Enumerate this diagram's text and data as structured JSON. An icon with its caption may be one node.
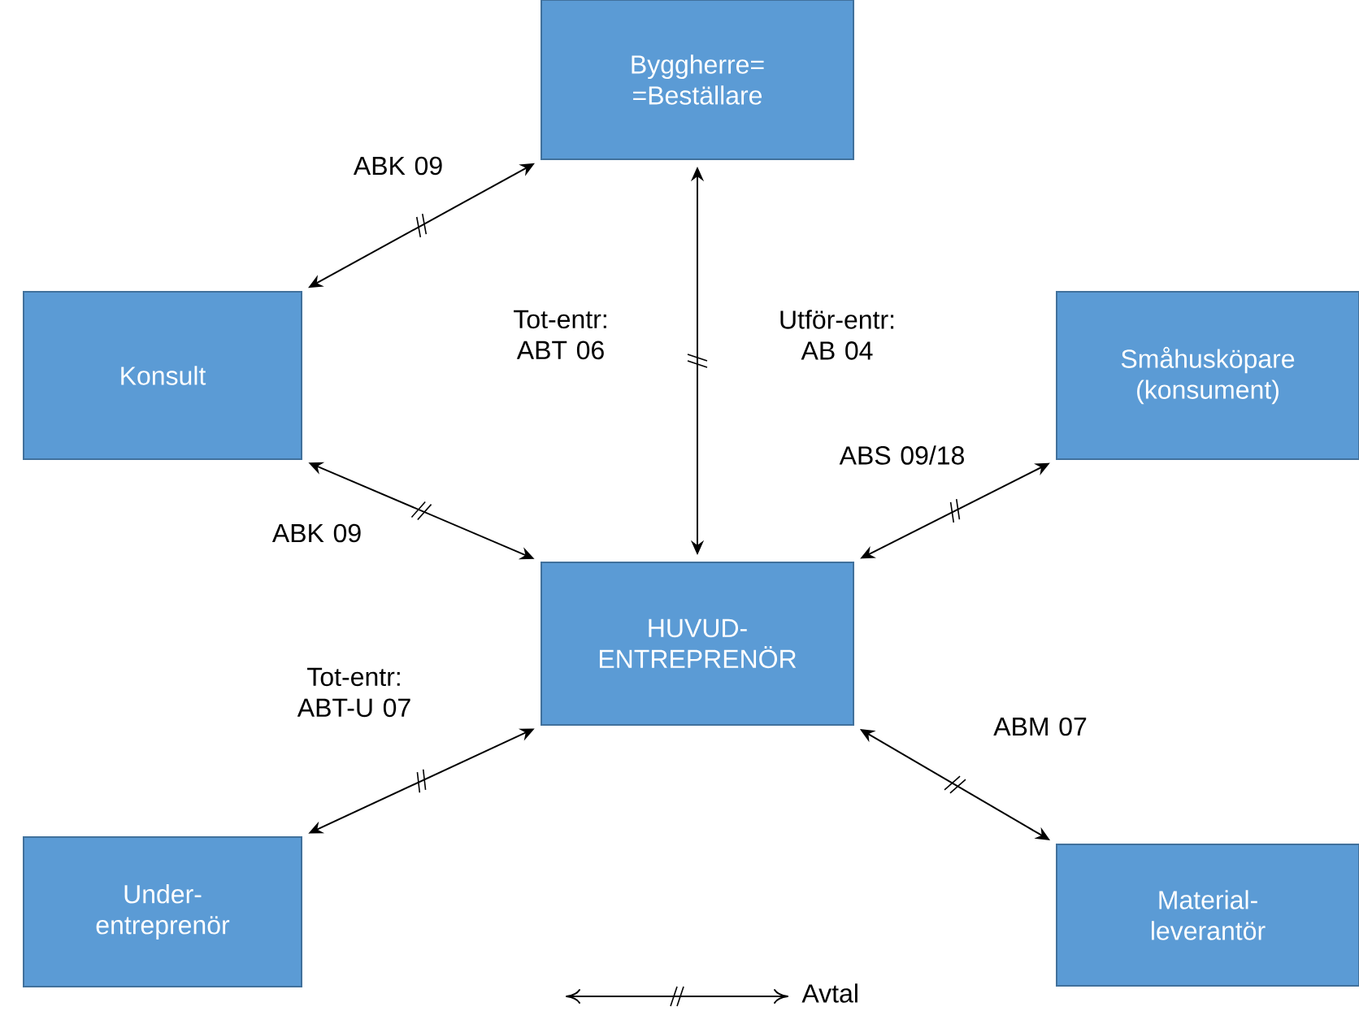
{
  "diagram": {
    "nodes": [
      {
        "text": [
          "Byggherre= =Beställare"
        ]
      },
      {
        "text": [
          "Konsult"
        ]
      },
      {
        "text": [
          "Småhusköpare (konsument)"
        ]
      },
      {
        "text": [
          "HUVUD-ENTREPRENÖR"
        ]
      },
      {
        "text": [
          "Under-entreprenör"
        ]
      },
      {
        "text": [
          "Material-leverantör"
        ]
      }
    ],
    "edges": [
      {
        "from": 1,
        "to": 0,
        "arrow": "both",
        "label": "ABK 09"
      },
      {
        "from": 3,
        "to": 0,
        "arrow": "both",
        "label": "Tot-entr: ABT 06"
      },
      {
        "from": 1,
        "to": 3,
        "arrow": "both",
        "label": "ABK 09"
      },
      {
        "from": 3,
        "to": 2,
        "arrow": "both",
        "label": "ABS 09/18"
      },
      {
        "from": 4,
        "to": 3,
        "arrow": "both",
        "label": "Tot-entr: ABT-U 07"
      },
      {
        "from": 3,
        "to": 5,
        "arrow": "both",
        "label": "ABM 07"
      }
    ],
    "labels": [
      "Utför-entr: AB 04"
    ],
    "legend": [
      {
        "text": "Avtal"
      }
    ]
  }
}
